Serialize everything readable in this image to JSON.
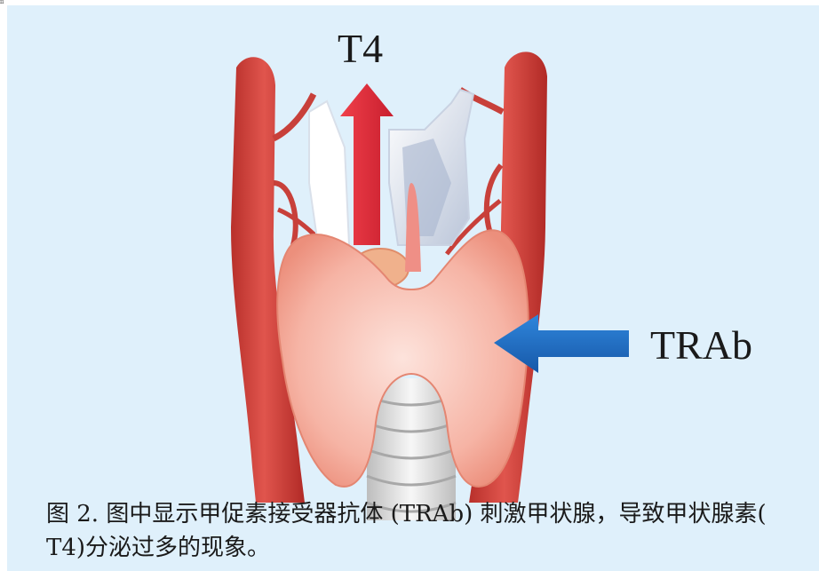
{
  "diagram": {
    "label_top": "T4",
    "label_right": "TRAb"
  },
  "caption": {
    "text": "图 2. 图中显示甲促素接受器抗体 (TRAb) 刺激甲状腺，导致甲状腺素( T4)分泌过多的现象。"
  },
  "colors": {
    "background": "#dff0fb",
    "artery": "#d4463f",
    "thyroid": "#f4aa9c",
    "t4_arrow": "#e42a3a",
    "trab_arrow": "#1f72c9",
    "cartilage": "#eef1f6",
    "trachea": "#dcdcdc"
  }
}
